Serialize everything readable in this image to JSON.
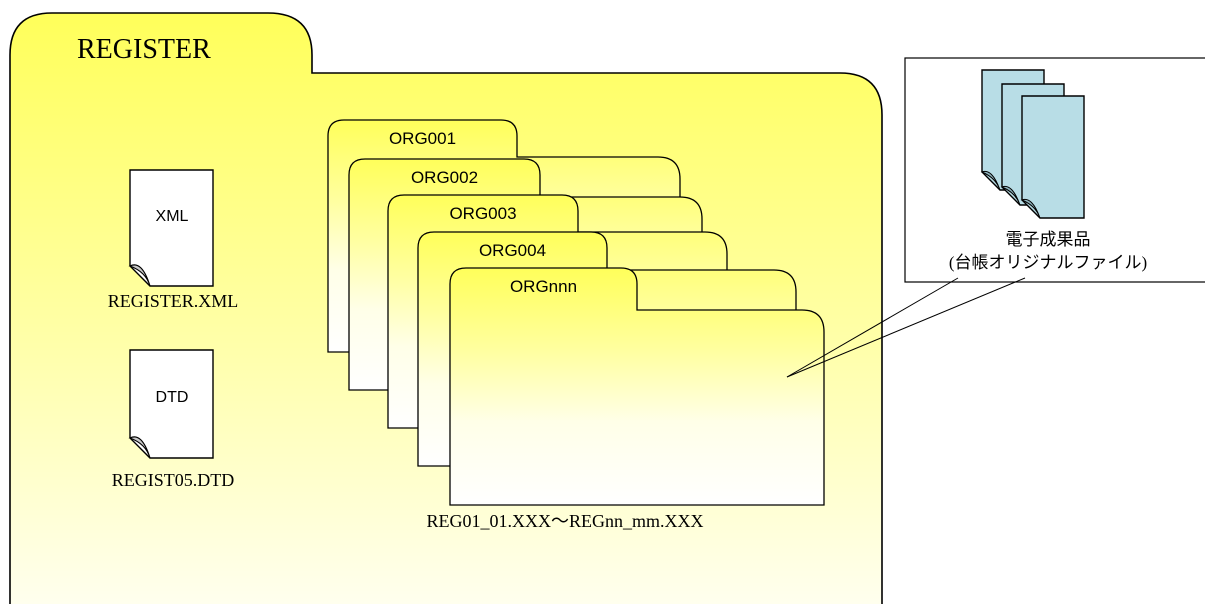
{
  "register_folder": {
    "title": "REGISTER"
  },
  "files": {
    "xml": {
      "icon_label": "XML",
      "filename": "REGISTER.XML"
    },
    "dtd": {
      "icon_label": "DTD",
      "filename": "REGIST05.DTD"
    }
  },
  "org_folders": [
    {
      "label": "ORG001"
    },
    {
      "label": "ORG002"
    },
    {
      "label": "ORG003"
    },
    {
      "label": "ORG004"
    },
    {
      "label": "ORGnnn"
    }
  ],
  "org_files_caption": "REG01_01.XXX～REGnn_mm.XXX",
  "callout": {
    "line1": "電子成果品",
    "line2": "(台帳オリジナルファイル)"
  },
  "colors": {
    "folder_yellow": "#ffff5a",
    "folder_fade": "#ffffee",
    "doc_blue": "#b8dde6",
    "outline": "#000000"
  }
}
